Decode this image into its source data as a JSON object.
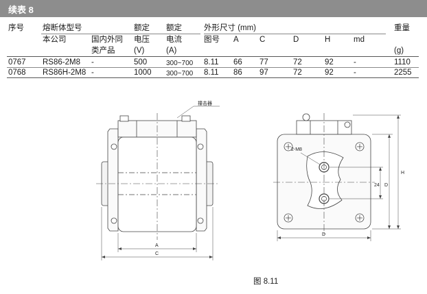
{
  "title": "续表 8",
  "header": {
    "no": "序号",
    "fuse_model": "熔断体型号",
    "our_company": "本公司",
    "domestic_equiv": [
      "国内外同",
      "类产品"
    ],
    "rated_voltage": [
      "额定",
      "电压",
      "(V)"
    ],
    "rated_current": [
      "额定",
      "电流",
      "(A)"
    ],
    "dimensions": "外形尺寸 (mm)",
    "fig_no": "图号",
    "A": "A",
    "C": "C",
    "D": "D",
    "H": "H",
    "md": "md",
    "weight": [
      "重量",
      "(g)"
    ]
  },
  "rows": [
    {
      "no": "0767",
      "model": "RS86-2M8",
      "equiv": "-",
      "voltage": "500",
      "current": "300~700",
      "fig": "8.11",
      "A": "66",
      "C": "77",
      "D": "72",
      "H": "92",
      "md": "-",
      "weight": "1110"
    },
    {
      "no": "0768",
      "model": "RS86H-2M8",
      "equiv": "-",
      "voltage": "1000",
      "current": "300~700",
      "fig": "8.11",
      "A": "86",
      "C": "97",
      "D": "72",
      "H": "92",
      "md": "-",
      "weight": "2255"
    }
  ],
  "drawing": {
    "striker_label": "撞击器",
    "label_A": "A",
    "label_C": "C",
    "label_D_bottom": "D",
    "label_D_side": "D",
    "label_H": "H",
    "label_24": "24",
    "label_2m8": "2-M8"
  },
  "caption": "图 8.11"
}
